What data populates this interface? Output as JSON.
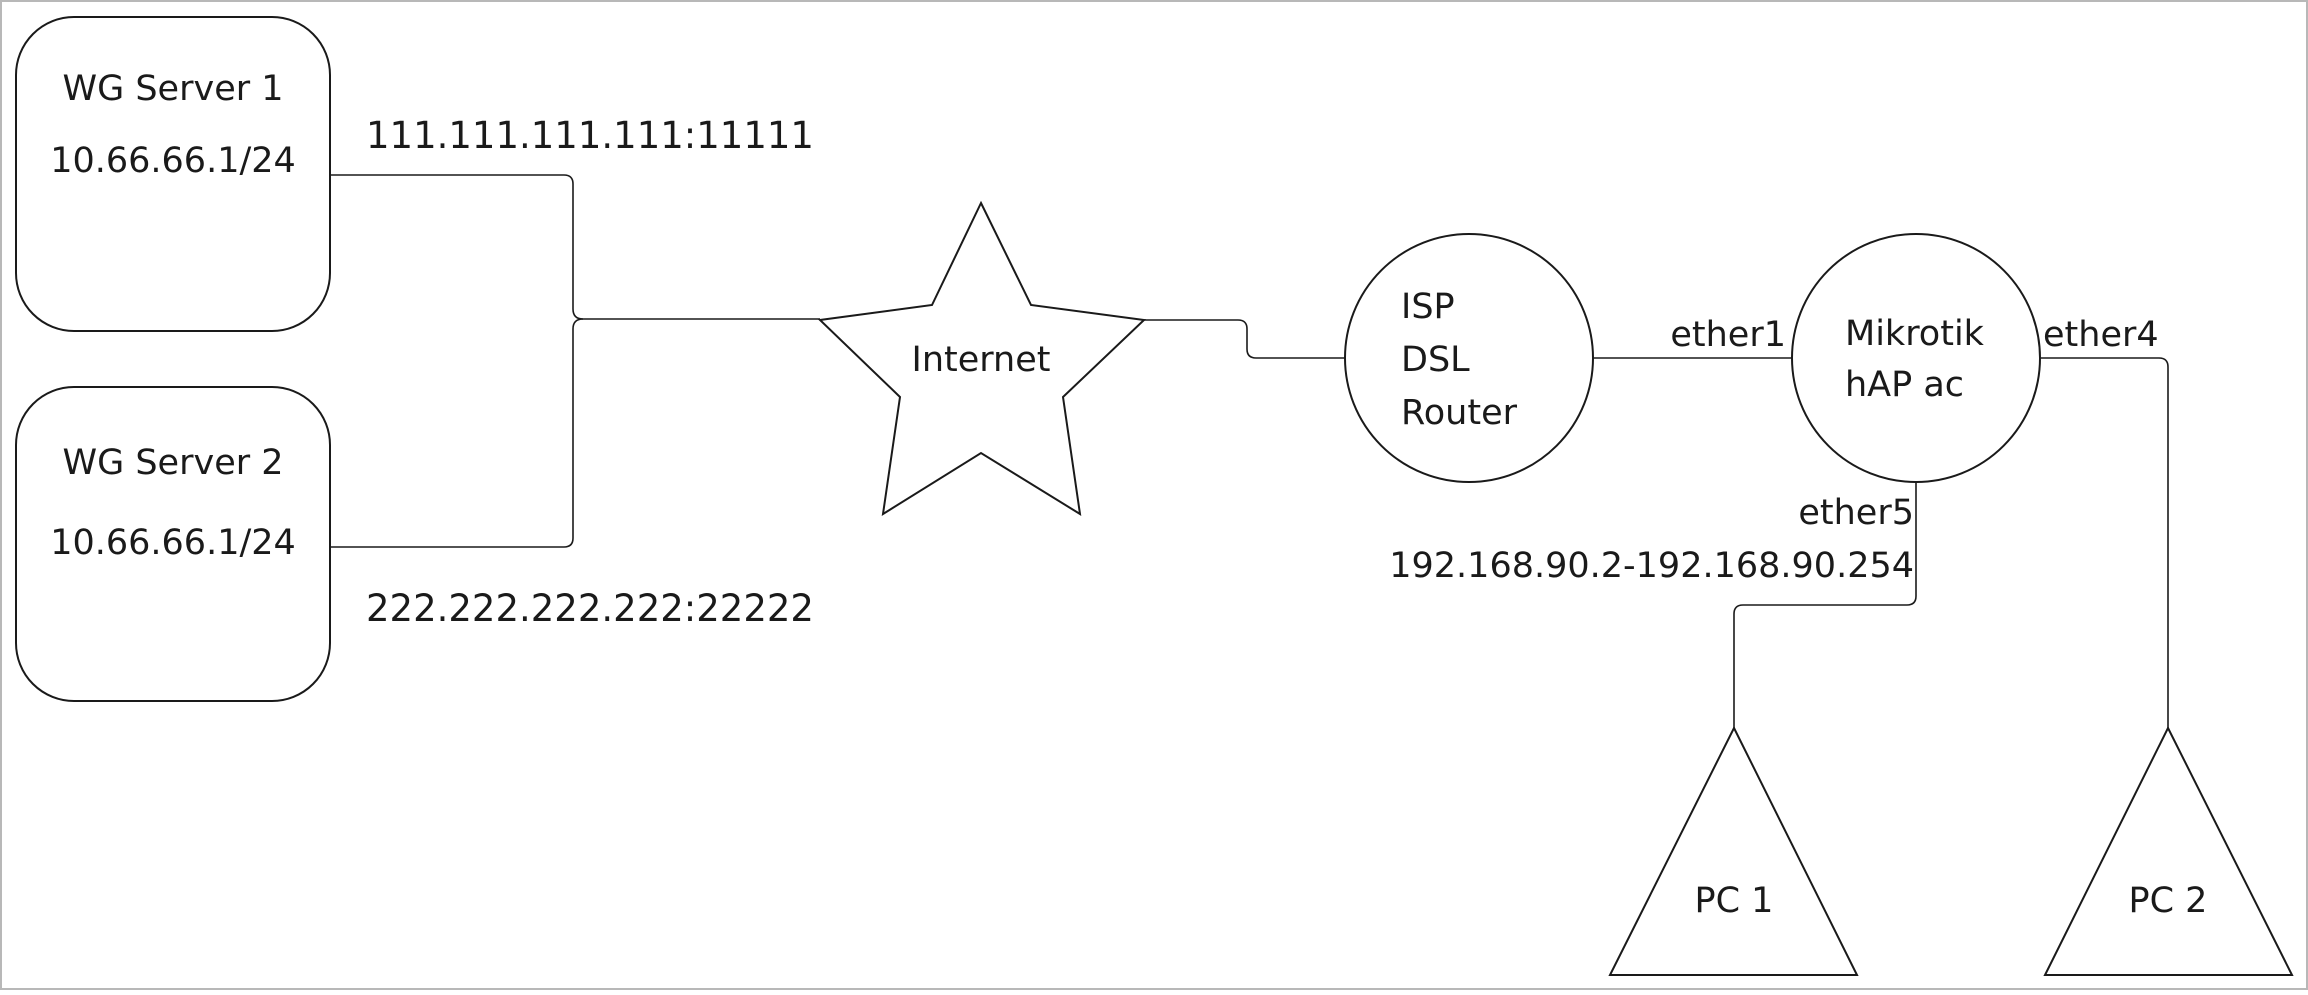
{
  "nodes": {
    "wg_server_1": {
      "name": "WG Server 1",
      "address": "10.66.66.1/24"
    },
    "wg_server_2": {
      "name": "WG Server 2",
      "address": "10.66.66.1/24"
    },
    "internet": {
      "label": "Internet"
    },
    "isp_router": {
      "lines": [
        "ISP",
        "DSL",
        "Router"
      ]
    },
    "mikrotik": {
      "lines": [
        "Mikrotik",
        "hAP ac"
      ]
    },
    "pc1": {
      "label": "PC 1"
    },
    "pc2": {
      "label": "PC 2"
    }
  },
  "links": {
    "endpoint_1": "111.111.111.111:11111",
    "endpoint_2": "222.222.222.222:22222",
    "ether1": "ether1",
    "ether4": "ether4",
    "ether5": "ether5",
    "dhcp_range": "192.168.90.2-192.168.90.254"
  }
}
